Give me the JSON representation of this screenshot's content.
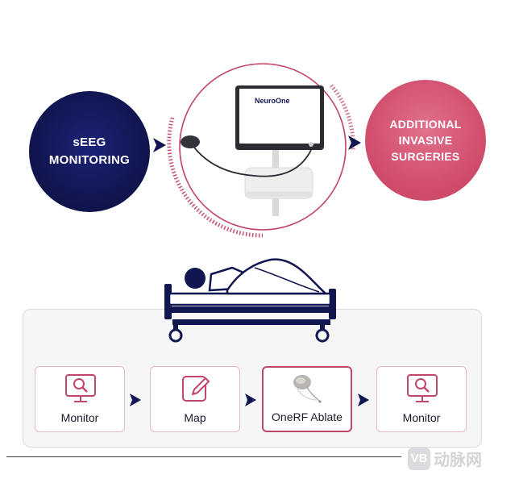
{
  "top_flow": {
    "left_circle": {
      "label": "sEEG\nMONITORING",
      "color": "#111651"
    },
    "right_circle": {
      "label": "ADDITIONAL\nINVASIVE\nSURGERIES",
      "color": "#d24f6e"
    },
    "device": {
      "screen_brand": "NeuroOne",
      "accent": "#c2466a"
    }
  },
  "workflow": {
    "steps": [
      {
        "label": "Monitor",
        "icon": "monitor-search-icon"
      },
      {
        "label": "Map",
        "icon": "edit-pen-icon"
      },
      {
        "label": "OneRF Ablate",
        "icon": "ablation-probe-icon"
      },
      {
        "label": "Monitor",
        "icon": "monitor-search-icon"
      }
    ],
    "active_step": 2,
    "icon_color": "#c2466a"
  },
  "watermark": {
    "badge": "VB",
    "text": "动脉网"
  }
}
